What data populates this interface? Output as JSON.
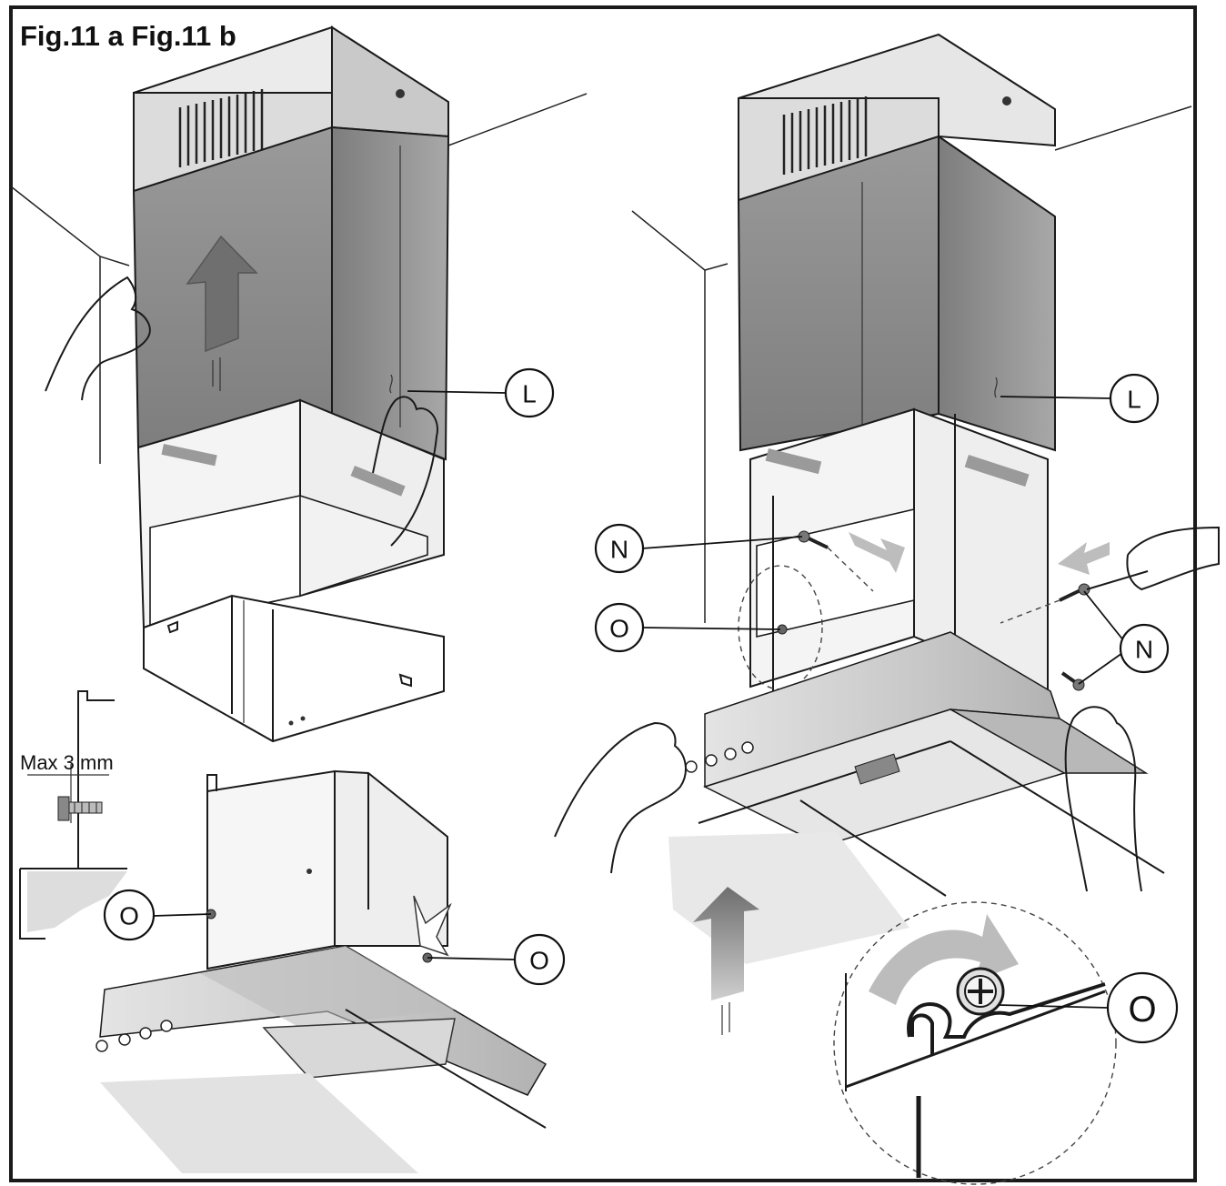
{
  "figure": {
    "title": "Fig.11 a Fig.11 b"
  },
  "callouts": {
    "a_L": "L",
    "a_O_left": "O",
    "a_O_right": "O",
    "b_L": "L",
    "b_N_left": "N",
    "b_O_left": "O",
    "b_N_right": "N",
    "b_O_detail": "O"
  },
  "dimension": {
    "label": "Max 3 mm"
  },
  "colors": {
    "steel_dark": "#8a8a8a",
    "steel_mid": "#a6a6a6",
    "steel_light": "#d2d2d2",
    "arrow_dark": "#7a7a7a",
    "arrow_light": "#bdbdbd",
    "line": "#1a1a1a"
  }
}
